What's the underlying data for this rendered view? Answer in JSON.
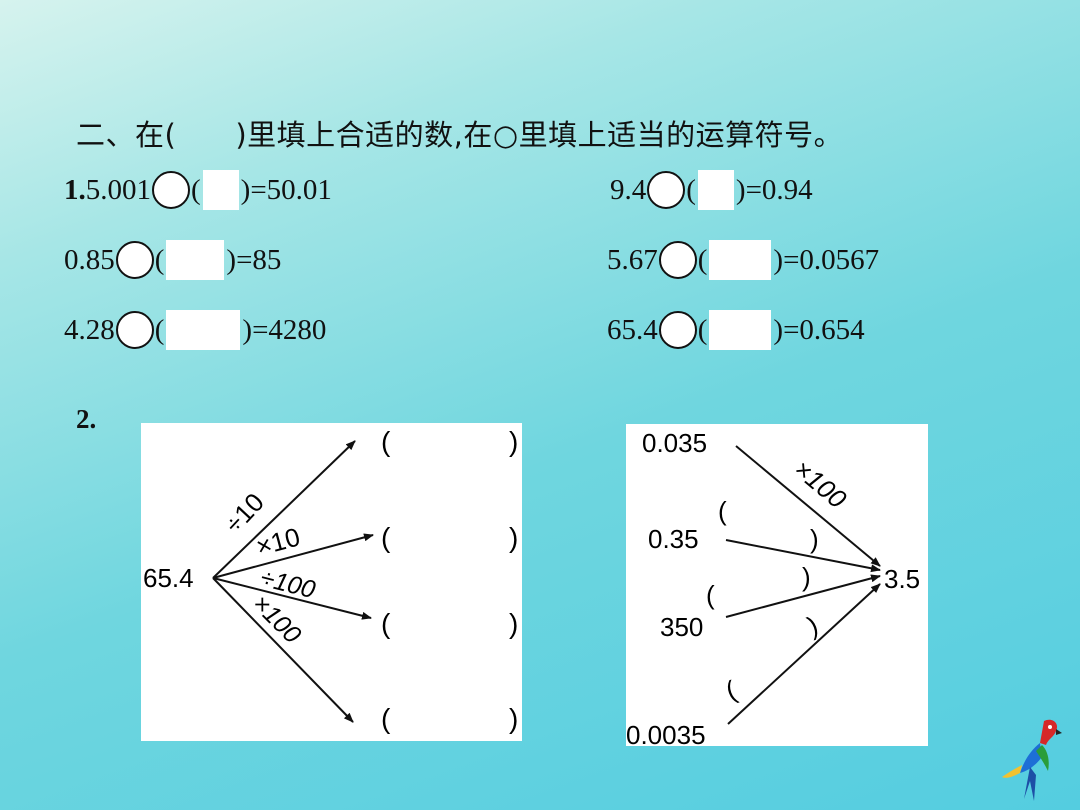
{
  "section": {
    "title": "二、在(　　)里填上合适的数,在○里填上适当的运算符号。"
  },
  "part1": {
    "number": "1.",
    "rows": [
      {
        "left": {
          "before": "5.001",
          "open": "(",
          "after": ")=50.01"
        },
        "right": {
          "before": "9.4",
          "open": "(",
          "after": ")=0.94"
        }
      },
      {
        "left": {
          "before": "0.85",
          "open": "(",
          "after": ")=85"
        },
        "right": {
          "before": "5.67",
          "open": "(",
          "after": ")=0.0567"
        }
      },
      {
        "left": {
          "before": "4.28",
          "open": "(",
          "after": ")=4280"
        },
        "right": {
          "before": "65.4",
          "open": "(",
          "after": ")=0.654"
        }
      }
    ]
  },
  "part2": {
    "number": "2.",
    "diagram_left": {
      "source": "65.4",
      "ops": [
        "÷10",
        "×10",
        "÷100",
        "×100"
      ],
      "paren_open": "(",
      "paren_close": ")"
    },
    "diagram_right": {
      "target": "3.5",
      "sources": [
        "0.035",
        "0.35",
        "350",
        "0.0035"
      ],
      "op": "×100",
      "paren_open": "(",
      "paren_close": ")"
    }
  }
}
